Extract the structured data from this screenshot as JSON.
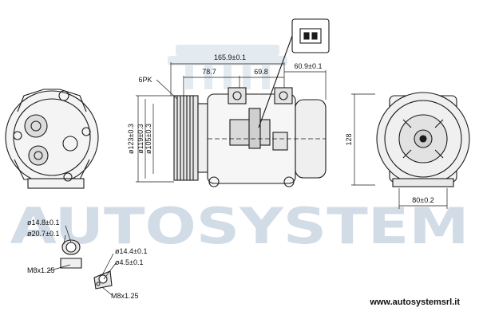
{
  "watermark": {
    "brand": "AUTOSYSTEM"
  },
  "footer": {
    "website": "www.autosystemsrl.it"
  },
  "dimensions": {
    "overall_length": "165.9±0.1",
    "clutch_to_mount": "78.7",
    "mount_to_mount": "69.8",
    "rear_offset": "60.9±0.1",
    "belt": "6PK",
    "pulley_outer": "ø123±0.3",
    "pulley_mid": "ø119±0.3",
    "pulley_inner": "ø105±0.3",
    "height": "128",
    "port_spacing": "80±0.2"
  },
  "port_details": {
    "suction": {
      "inner": "ø14.8±0.1",
      "outer": "ø20.7±0.1",
      "thread": "M8x1.25"
    },
    "discharge": {
      "inner": "ø14.4±0.1",
      "small": "ø4.5±0.1",
      "thread": "M8x1.25"
    }
  },
  "colors": {
    "line": "#1a1a1a",
    "watermark": "#9ab3c9"
  }
}
